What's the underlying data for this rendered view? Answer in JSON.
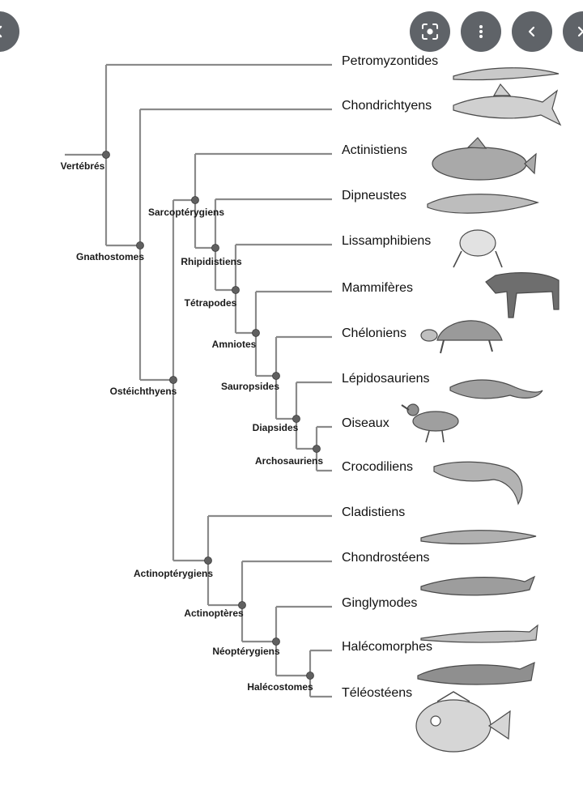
{
  "toolbar": {
    "buttons": [
      {
        "name": "back-button",
        "icon": "chevron-left-icon"
      },
      {
        "name": "lens-button",
        "icon": "lens-scan-icon"
      },
      {
        "name": "more-button",
        "icon": "more-vertical-icon"
      },
      {
        "name": "previous-button",
        "icon": "chevron-left-icon"
      },
      {
        "name": "close-button",
        "icon": "close-icon"
      }
    ],
    "button_color": "#5f6368"
  },
  "colors": {
    "branch": "#8a8a8a",
    "node": "#606060"
  },
  "taxa": [
    {
      "label": "Petromyzontides",
      "animal": "lamprey"
    },
    {
      "label": "Chondrichtyens",
      "animal": "shark"
    },
    {
      "label": "Actinistiens",
      "animal": "coelacanth"
    },
    {
      "label": "Dipneustes",
      "animal": "lungfish"
    },
    {
      "label": "Lissamphibiens",
      "animal": "frog"
    },
    {
      "label": "Mammifères",
      "animal": "wildebeest"
    },
    {
      "label": "Chéloniens",
      "animal": "tortoise"
    },
    {
      "label": "Lépidosauriens",
      "animal": "tuatara"
    },
    {
      "label": "Oiseaux",
      "animal": "duck"
    },
    {
      "label": "Crocodiliens",
      "animal": "crocodile"
    },
    {
      "label": "Cladistiens",
      "animal": "bichir"
    },
    {
      "label": "Chondrostéens",
      "animal": "sturgeon"
    },
    {
      "label": "Ginglymodes",
      "animal": "gar"
    },
    {
      "label": "Halécomorphes",
      "animal": "bowfin"
    },
    {
      "label": "Téléostéens",
      "animal": "john-dory"
    }
  ],
  "clades": [
    {
      "label": "Vertébrés"
    },
    {
      "label": "Gnathostomes"
    },
    {
      "label": "Ostéichthyens"
    },
    {
      "label": "Sarcoptérygiens"
    },
    {
      "label": "Rhipidistiens"
    },
    {
      "label": "Tétrapodes"
    },
    {
      "label": "Amniotes"
    },
    {
      "label": "Sauropsides"
    },
    {
      "label": "Diapsides"
    },
    {
      "label": "Archosauriens"
    },
    {
      "label": "Actinoptérygiens"
    },
    {
      "label": "Actinoptères"
    },
    {
      "label": "Néoptérygiens"
    },
    {
      "label": "Halécostomes"
    }
  ]
}
